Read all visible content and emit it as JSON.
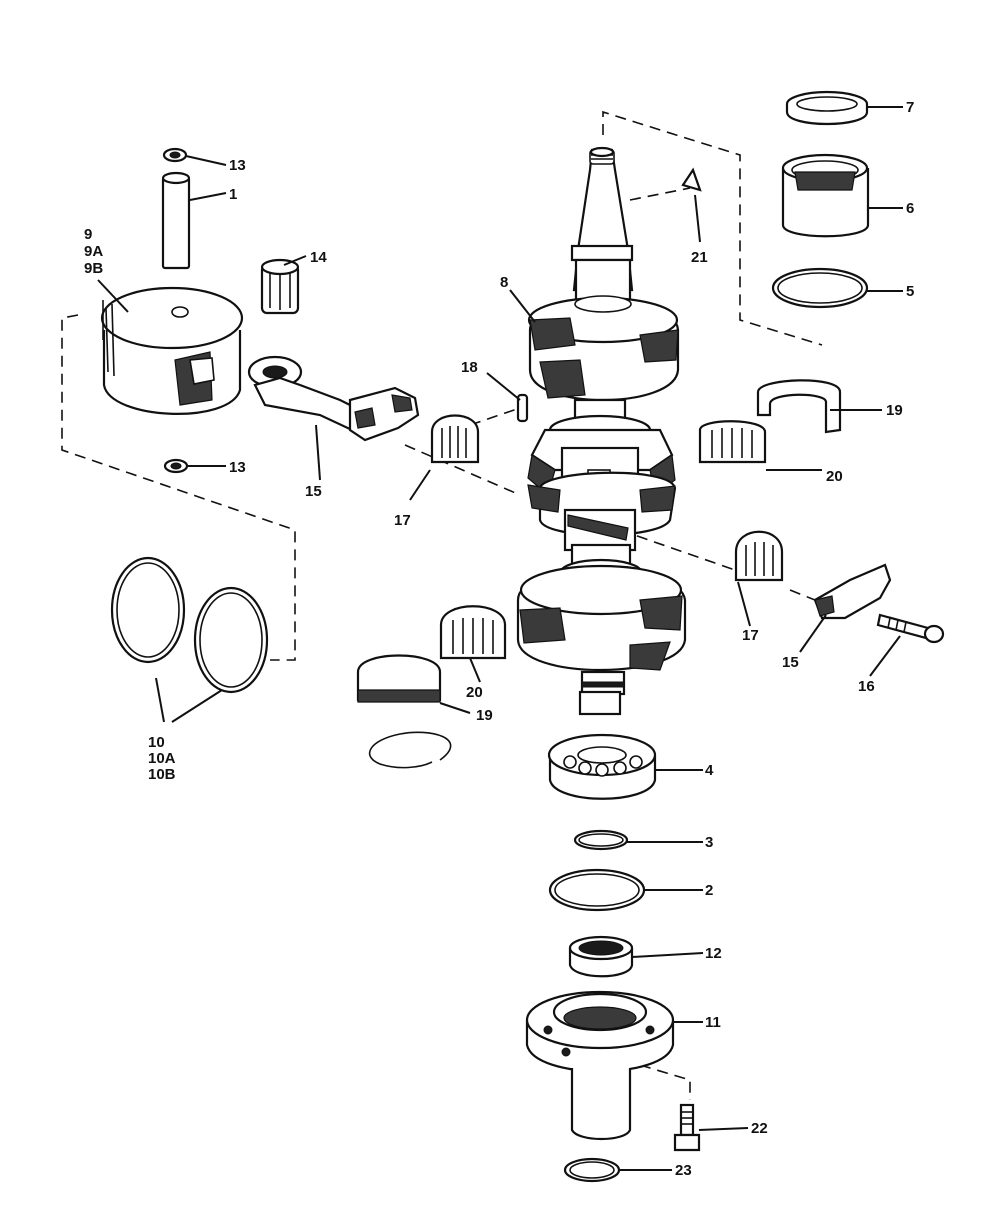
{
  "callouts": {
    "c1": "1",
    "c2": "2",
    "c3": "3",
    "c4": "4",
    "c5": "5",
    "c6": "6",
    "c7": "7",
    "c8": "8",
    "c9": "9",
    "c9a": "9A",
    "c9b": "9B",
    "c10": "10",
    "c10a": "10A",
    "c10b": "10B",
    "c11": "11",
    "c12": "12",
    "c13_top": "13",
    "c13_bottom": "13",
    "c14": "14",
    "c15_left": "15",
    "c15_right": "15",
    "c16": "16",
    "c17_left": "17",
    "c17_right": "17",
    "c18": "18",
    "c19_right": "19",
    "c19_left": "19",
    "c20_right": "20",
    "c20_left": "20",
    "c21": "21",
    "c22": "22",
    "c23": "23"
  },
  "colors": {
    "ink": "#111111",
    "paper": "#ffffff"
  }
}
